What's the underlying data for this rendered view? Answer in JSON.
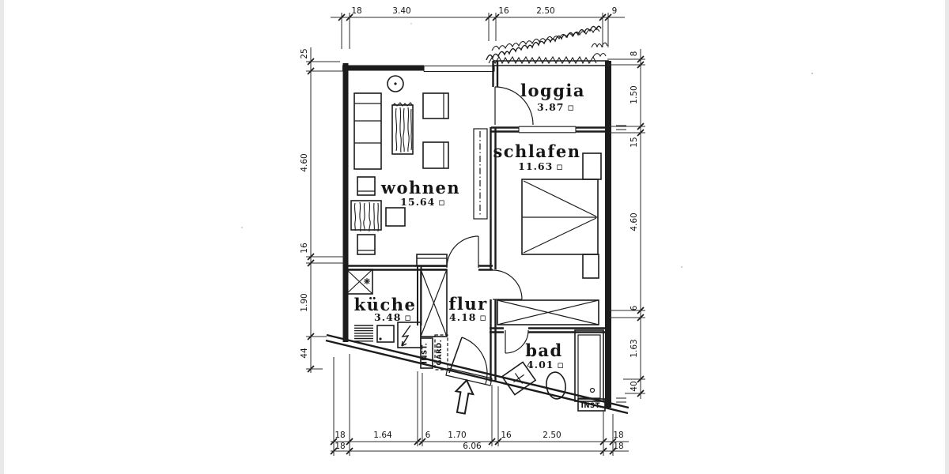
{
  "plan": {
    "rooms": [
      {
        "name": "wohnen",
        "area": "15.64"
      },
      {
        "name": "schlafen",
        "area": "11.63"
      },
      {
        "name": "loggia",
        "area": "3.87"
      },
      {
        "name": "küche",
        "area": "3.48"
      },
      {
        "name": "flur",
        "area": "4.18"
      },
      {
        "name": "bad",
        "area": "4.01"
      }
    ],
    "area_suffix": "▫",
    "labels": {
      "inst_flur": "INST.",
      "gard": "GARD.",
      "inst_bad": "INST."
    }
  },
  "dims": {
    "top": [
      "18",
      "3.40",
      "16",
      "2.50",
      "9"
    ],
    "left": [
      "25",
      "4.60",
      "16",
      "1.90",
      "44"
    ],
    "right": [
      "8",
      "1.50",
      "15",
      "4.60",
      "6",
      "1.63",
      "40"
    ],
    "bottom_row1": [
      "18",
      "1.64",
      "6",
      "1.70",
      "16",
      "2.50",
      "18"
    ],
    "bottom_row2": [
      "18",
      "6.06",
      "18"
    ]
  },
  "colors": {
    "ink": "#1c1c1c",
    "paper": "#ffffff"
  }
}
